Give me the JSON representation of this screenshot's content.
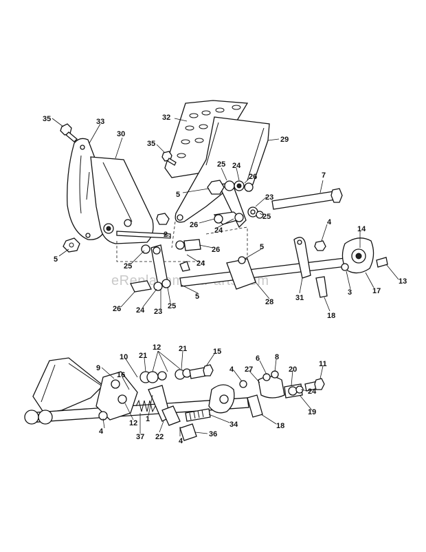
{
  "watermark": "eReplacementParts.com",
  "labels": {
    "l35a": "35",
    "l33": "33",
    "l30": "30",
    "l32": "32",
    "l35b": "35",
    "l29": "29",
    "l25a": "25",
    "l24a": "24",
    "l26a": "26",
    "l7": "7",
    "l5a": "5",
    "l23a": "23",
    "l25b": "25",
    "l26b": "26",
    "l24b": "24",
    "l4a": "4",
    "l14": "14",
    "l2": "2",
    "l5b": "5",
    "l25c": "25",
    "l24c": "24",
    "l26c": "26",
    "l5c": "5",
    "l13": "13",
    "l17": "17",
    "l3": "3",
    "l31": "31",
    "l28": "28",
    "l18a": "18",
    "l26d": "26",
    "l24d": "24",
    "l23b": "23",
    "l25d": "25",
    "l5d": "5",
    "l12a": "12",
    "l21a": "21",
    "l15": "15",
    "l9": "9",
    "l10": "10",
    "l21b": "21",
    "l16": "16",
    "l6": "6",
    "l8": "8",
    "l11": "11",
    "l4b": "4",
    "l27": "27",
    "l20": "20",
    "l24e": "24",
    "l19": "19",
    "l12b": "12",
    "l4c": "4",
    "l37": "37",
    "l1": "1",
    "l22": "22",
    "l4d": "4",
    "l36": "36",
    "l34": "34",
    "l18b": "18"
  }
}
